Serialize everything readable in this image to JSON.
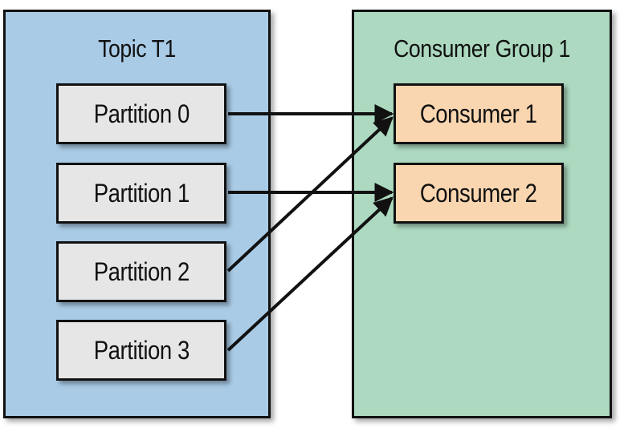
{
  "topic": {
    "title": "Topic T1",
    "partitions": [
      {
        "label": "Partition 0"
      },
      {
        "label": "Partition 1"
      },
      {
        "label": "Partition 2"
      },
      {
        "label": "Partition 3"
      }
    ]
  },
  "consumer_group": {
    "title": "Consumer Group 1",
    "consumers": [
      {
        "label": "Consumer 1"
      },
      {
        "label": "Consumer 2"
      }
    ]
  },
  "assignments": [
    {
      "from": "Partition 0",
      "to": "Consumer 1"
    },
    {
      "from": "Partition 1",
      "to": "Consumer 2"
    },
    {
      "from": "Partition 2",
      "to": "Consumer 1"
    },
    {
      "from": "Partition 3",
      "to": "Consumer 2"
    }
  ],
  "colors": {
    "topic_panel": "#a9cbe6",
    "group_panel": "#acd9bf",
    "partition_box": "#e6e6e6",
    "consumer_box": "#f9d6b0",
    "stroke": "#111111"
  }
}
